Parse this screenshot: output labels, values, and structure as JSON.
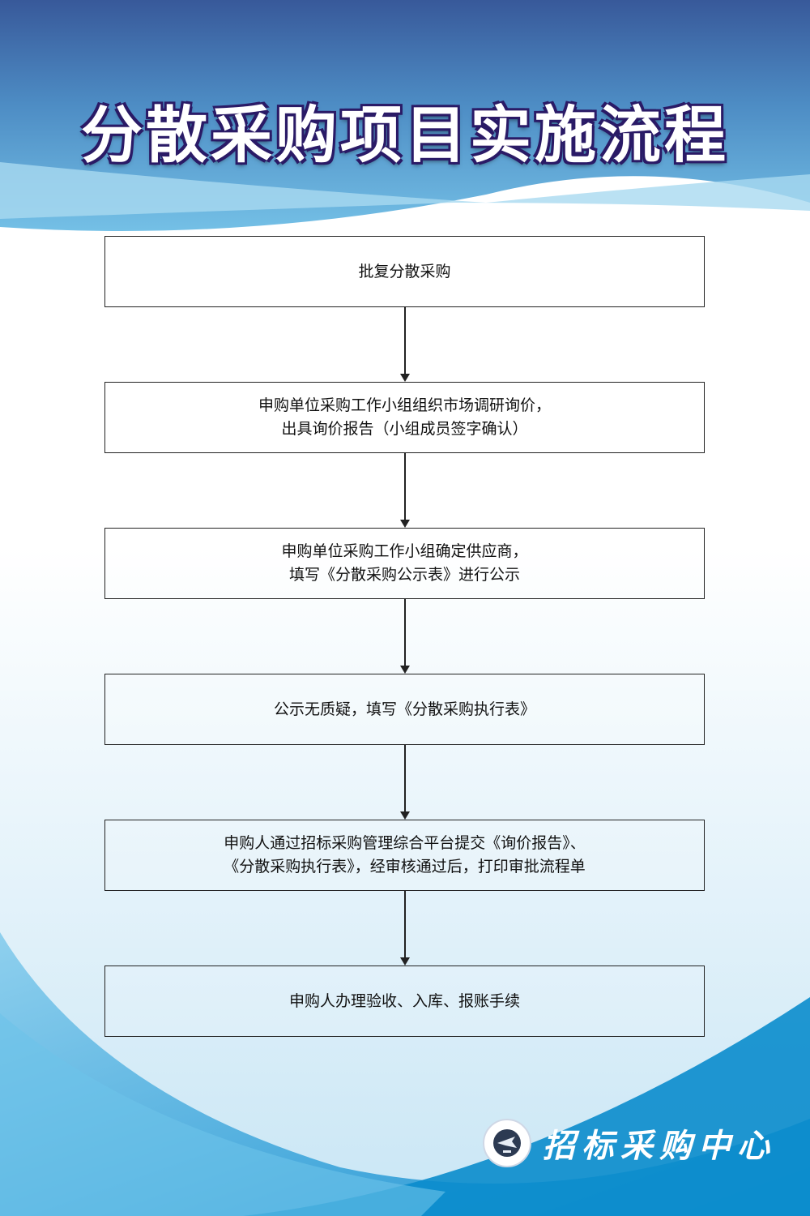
{
  "title": "分散采购项目实施流程",
  "steps": [
    {
      "lines": [
        "批复分散采购"
      ]
    },
    {
      "lines": [
        "申购单位采购工作小组组织市场调研询价，",
        "出具询价报告（小组成员签字确认）"
      ]
    },
    {
      "lines": [
        "申购单位采购工作小组确定供应商，",
        "填写《分散采购公示表》进行公示"
      ]
    },
    {
      "lines": [
        "公示无质疑，填写《分散采购执行表》"
      ]
    },
    {
      "lines": [
        "申购人通过招标采购管理综合平台提交《询价报告》、",
        "《分散采购执行表》，经审核通过后，打印审批流程单"
      ]
    },
    {
      "lines": [
        "申购人办理验收、入库、报账手续"
      ]
    }
  ],
  "footer": {
    "org_name": "招标采购中心"
  },
  "colors": {
    "top_blue": "#3a5a98",
    "light_blue": "#6fbde3",
    "bottom_blue": "#1a8fcf"
  }
}
